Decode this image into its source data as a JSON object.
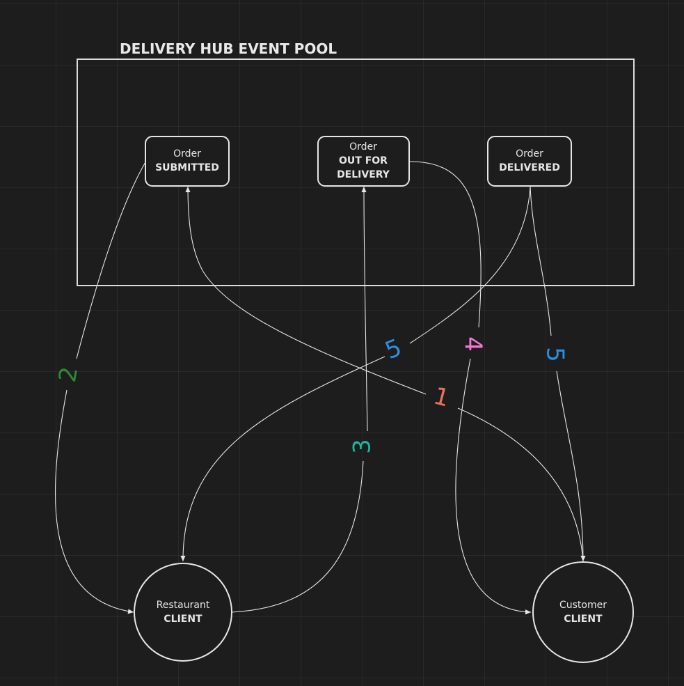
{
  "pool": {
    "title": "DELIVERY HUB EVENT POOL"
  },
  "events": {
    "submitted": {
      "line1": "Order",
      "line2": "SUBMITTED"
    },
    "out_for_delivery": {
      "line1": "Order",
      "line2": "OUT FOR",
      "line3": "DELIVERY"
    },
    "delivered": {
      "line1": "Order",
      "line2": "DELIVERED"
    }
  },
  "clients": {
    "restaurant": {
      "line1": "Restaurant",
      "line2": "CLIENT"
    },
    "customer": {
      "line1": "Customer",
      "line2": "CLIENT"
    }
  },
  "steps": {
    "step_1": {
      "label": "1",
      "color": "#e8735a"
    },
    "step_2": {
      "label": "2",
      "color": "#2e8b2e"
    },
    "step_3": {
      "label": "3",
      "color": "#1fb59a"
    },
    "step_4": {
      "label": "4",
      "color": "#f27ad6"
    },
    "step_5a": {
      "label": "5",
      "color": "#2f8ee0"
    },
    "step_5b": {
      "label": "5",
      "color": "#2f8ee0"
    }
  },
  "colors": {
    "background": "#1d1d1d",
    "stroke": "#e6e6e6"
  }
}
